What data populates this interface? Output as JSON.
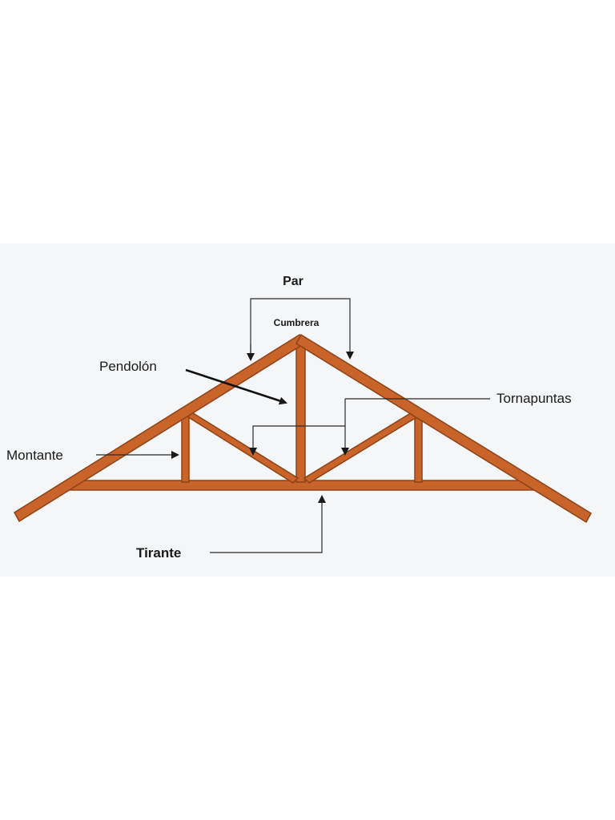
{
  "labels": {
    "par": "Par",
    "cumbrera": "Cumbrera",
    "pendolon": "Pendolón",
    "tornapuntas": "Tornapuntas",
    "montante": "Montante",
    "tirante": "Tirante"
  },
  "colors": {
    "background_panel": "#f4f6f7",
    "wood_fill": "#c8632a",
    "wood_edge": "#8f4216",
    "leader_line": "#2a2a2a"
  }
}
